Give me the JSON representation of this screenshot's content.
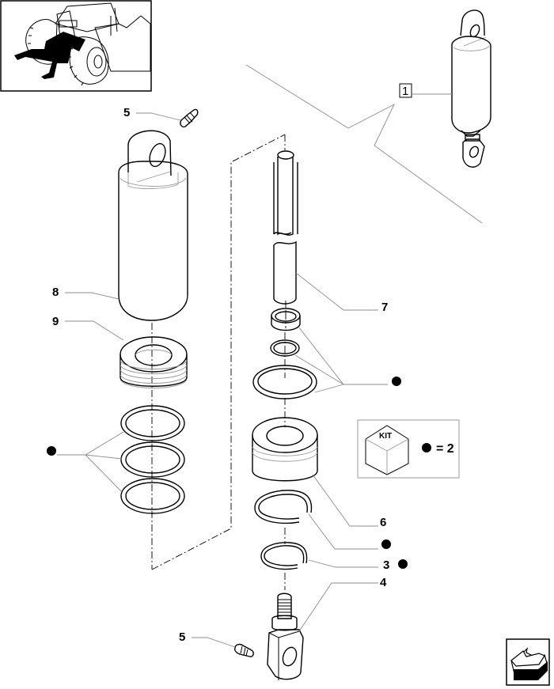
{
  "diagram": {
    "title_badge": "1",
    "callouts": [
      {
        "id": "grease-nipple-top",
        "label": "5"
      },
      {
        "id": "cylinder-barrel",
        "label": "8"
      },
      {
        "id": "piston-head",
        "label": "9"
      },
      {
        "id": "piston-rod",
        "label": "7"
      },
      {
        "id": "gland",
        "label": "6"
      },
      {
        "id": "circlip",
        "label": "3"
      },
      {
        "id": "rod-eye",
        "label": "4"
      },
      {
        "id": "grease-nipple-bottom",
        "label": "5"
      }
    ],
    "kit_legend": {
      "box_label": "KIT",
      "equals_text": "= 2"
    },
    "colors": {
      "line": "#000000",
      "leader": "#8c8c8c",
      "background": "#ffffff"
    },
    "icons": [
      "tractor-location-thumbnail",
      "kit-box-icon",
      "kit-dot-icon",
      "next-page-arrow-icon"
    ]
  }
}
